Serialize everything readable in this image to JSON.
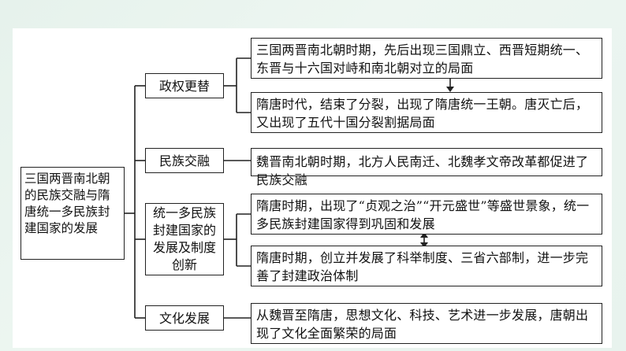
{
  "root": {
    "label": "三国两晋南北朝的民族交融与隋唐统一多民族封建国家的发展"
  },
  "categories": [
    {
      "label": "政权更替"
    },
    {
      "label": "民族交融"
    },
    {
      "label": "统一多民族封建国家的发展及制度创新"
    },
    {
      "label": "文化发展"
    }
  ],
  "details": [
    {
      "text": "三国两晋南北朝时期，先后出现三国鼎立、西晋短期统一、东晋与十六国对峙和南北朝对立的局面"
    },
    {
      "text": "隋唐时代，结束了分裂，出现了隋唐统一王朝。唐灭亡后，又出现了五代十国分裂割据局面"
    },
    {
      "text": "魏晋南北朝时期，北方人民南迁、北魏孝文帝改革都促进了民族交融"
    },
    {
      "text": "隋唐时期，出现了“贞观之治”“开元盛世”等盛世景象，统一多民族封建国家得到巩固和发展"
    },
    {
      "text": "隋唐时期，创立并发展了科举制度、三省六部制，进一步完善了封建政治体制"
    },
    {
      "text": "从魏晋至隋唐，思想文化、科技、艺术进一步发展，唐朝出现了文化全面繁荣的局面"
    }
  ]
}
